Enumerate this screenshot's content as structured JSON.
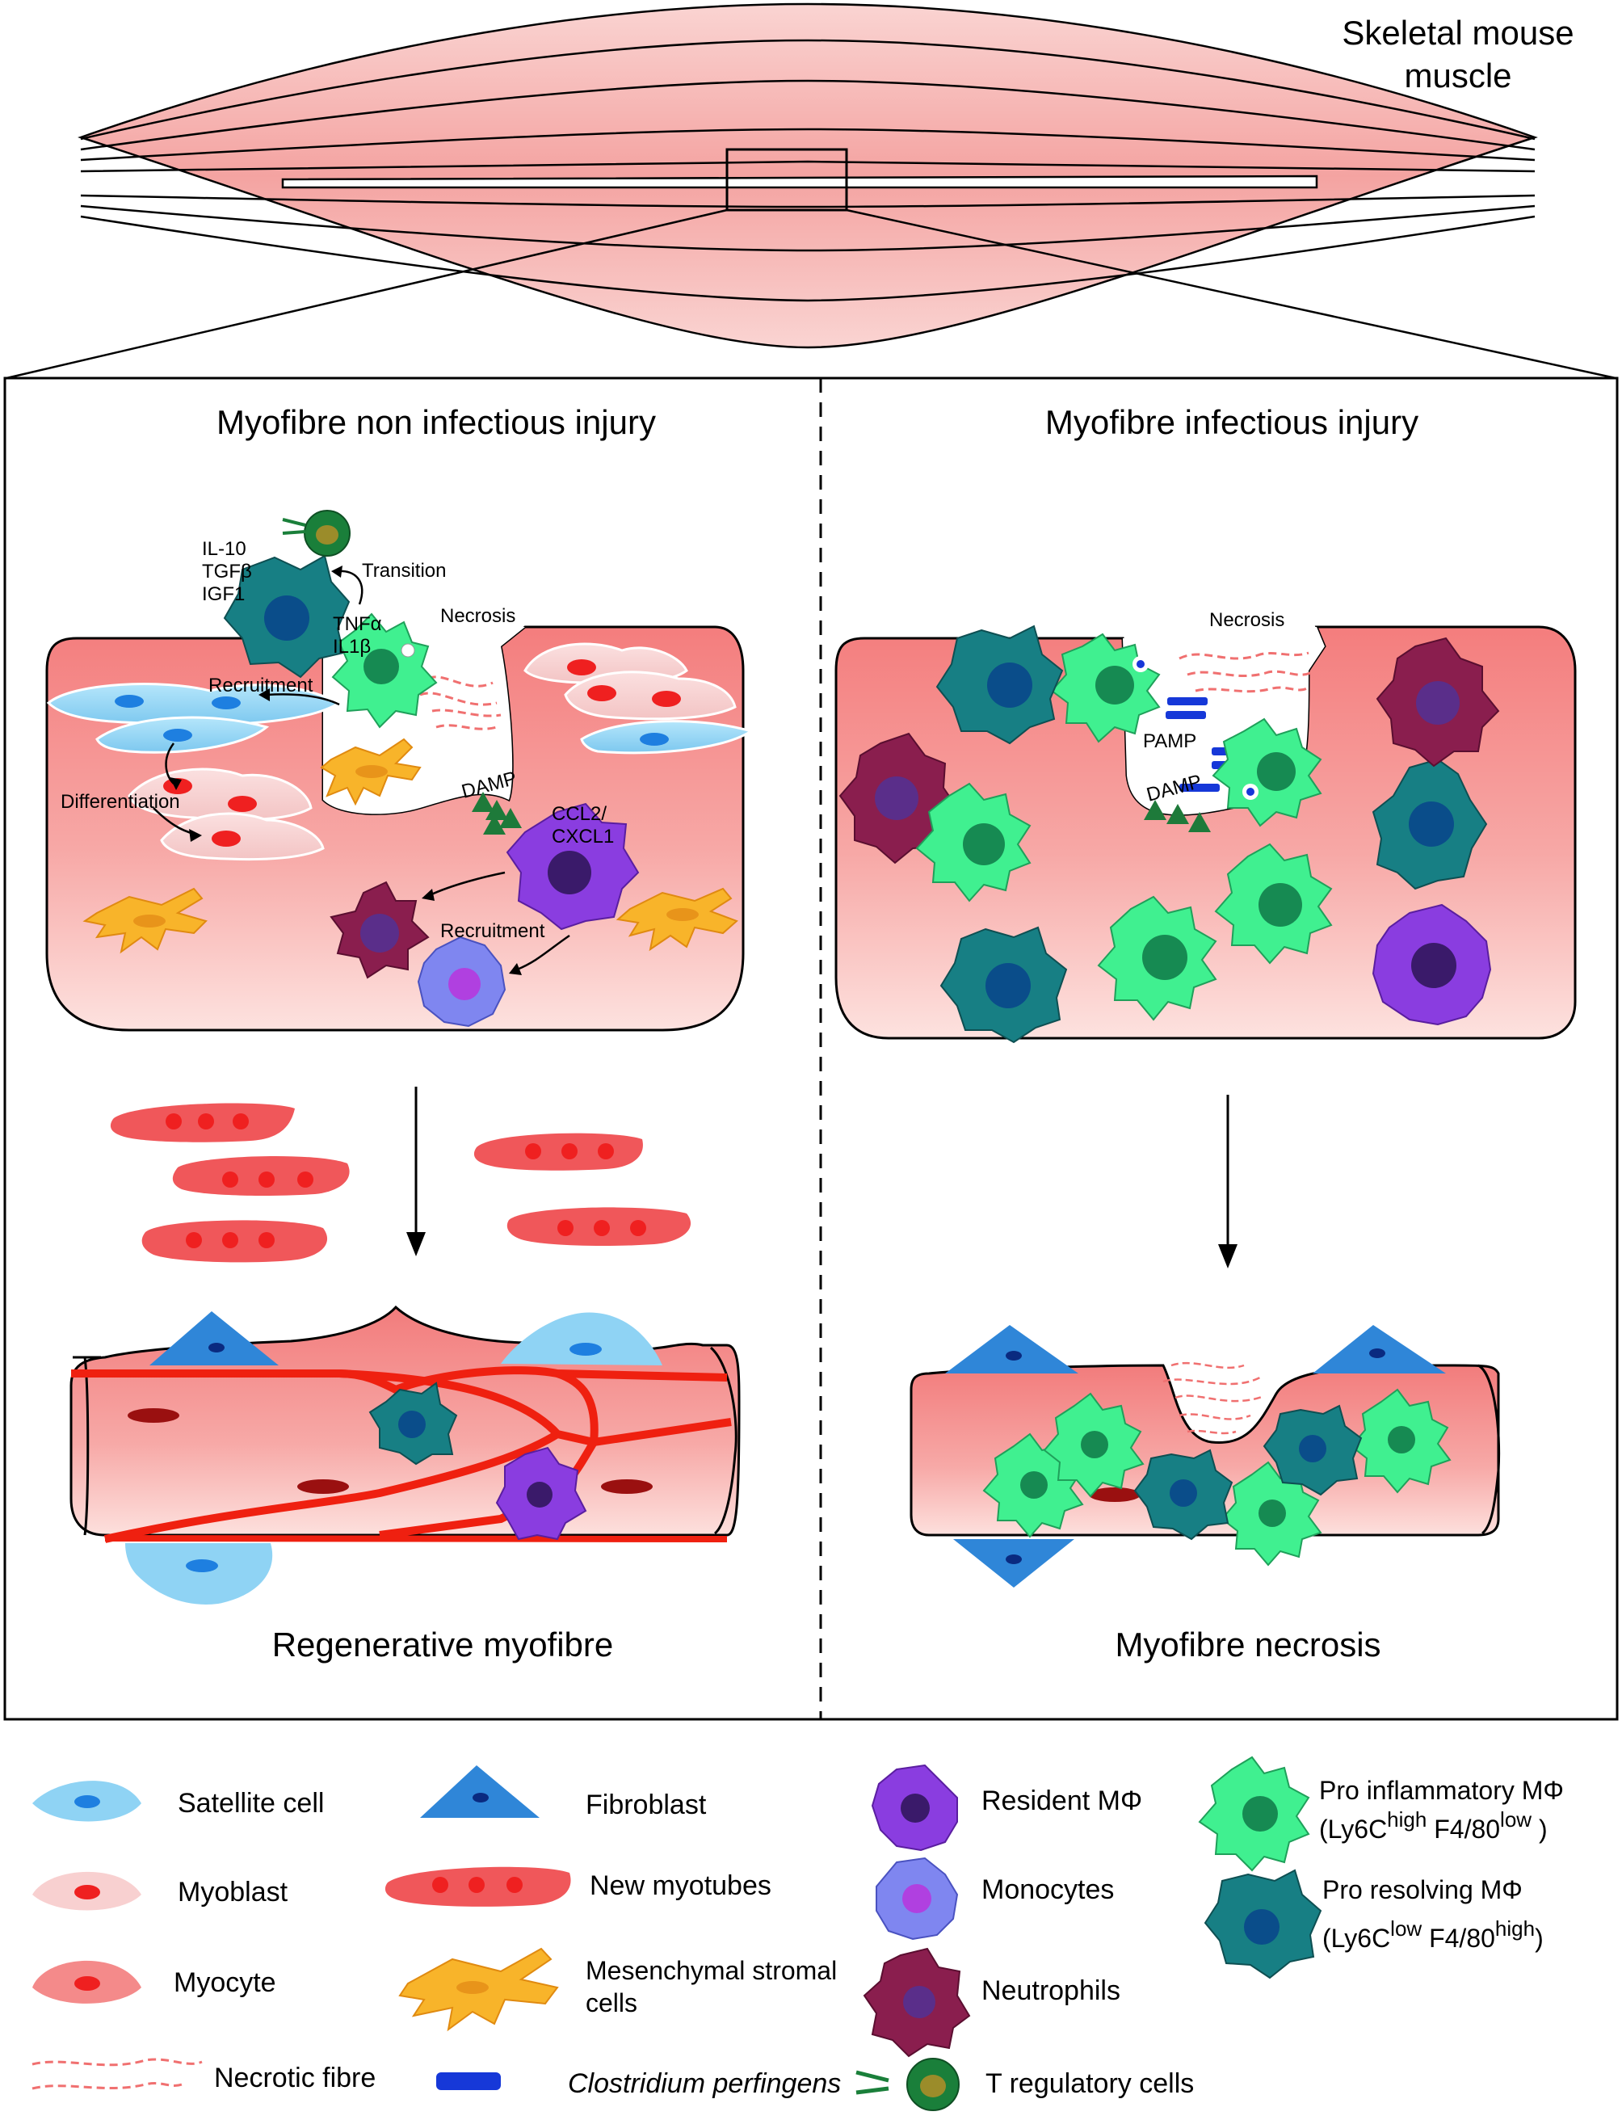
{
  "header": {
    "line1": "Skeletal mouse",
    "line2": "muscle"
  },
  "left_panel": {
    "title": "Myofibre non infectious injury",
    "labels": {
      "il10": "IL-10",
      "tgfb": "TGFβ",
      "igf1": "IGF1",
      "transition": "Transition",
      "tnfa": "TNFα",
      "il1b": "IL1β",
      "necrosis": "Necrosis",
      "recruitment_top": "Recruitment",
      "differentiation": "Differentiation",
      "damp": "DAMP",
      "ccl2": "CCL2/",
      "cxcl1": "CXCL1",
      "recruitment_bottom": "Recruitment"
    },
    "outcome": "Regenerative myofibre"
  },
  "right_panel": {
    "title": "Myofibre infectious injury",
    "labels": {
      "necrosis": "Necrosis",
      "pamp": "PAMP",
      "damp": "DAMP"
    },
    "outcome": "Myofibre necrosis"
  },
  "legend": {
    "satellite": "Satellite cell",
    "myoblast": "Myoblast",
    "myocyte": "Myocyte",
    "necrotic": "Necrotic fibre",
    "fibroblast": "Fibroblast",
    "myotubes": "New myotubes",
    "msc_line1": "Mesenchymal stromal",
    "msc_line2": "cells",
    "clostridium": "Clostridium perfingens",
    "resident": "Resident MΦ",
    "monocytes": "Monocytes",
    "neutrophils": "Neutrophils",
    "treg": "T regulatory cells",
    "proinf_line1": "Pro inflammatory MΦ",
    "proinf_open": "(Ly6C",
    "proinf_sup1": "high",
    "proinf_mid": " F4/80",
    "proinf_sup2": "low",
    "proinf_close": " )",
    "prores_line1": "Pro resolving MΦ",
    "prores_open": "(Ly6C",
    "prores_sup1": "low",
    "prores_mid": " F4/80",
    "prores_sup2": "high",
    "prores_close": ")"
  },
  "colors": {
    "satellite": "#8fd3f4",
    "fibroblast": "#2f86d8",
    "myoblast": "#f8d0d0",
    "myocyte": "#f48a8a",
    "myotube": "#f0575a",
    "msc": "#f8b42a",
    "resident": "#8a3de0",
    "monocyte": "#7f86f0",
    "neutrophil": "#8a1e4e",
    "proinflammatory": "#40f090",
    "proresolving": "#177f84",
    "treg": "#1a7f3a",
    "clostridium": "#1638d8",
    "necrotic": "#f07878",
    "muscle_pink": "#f5a0a0"
  }
}
